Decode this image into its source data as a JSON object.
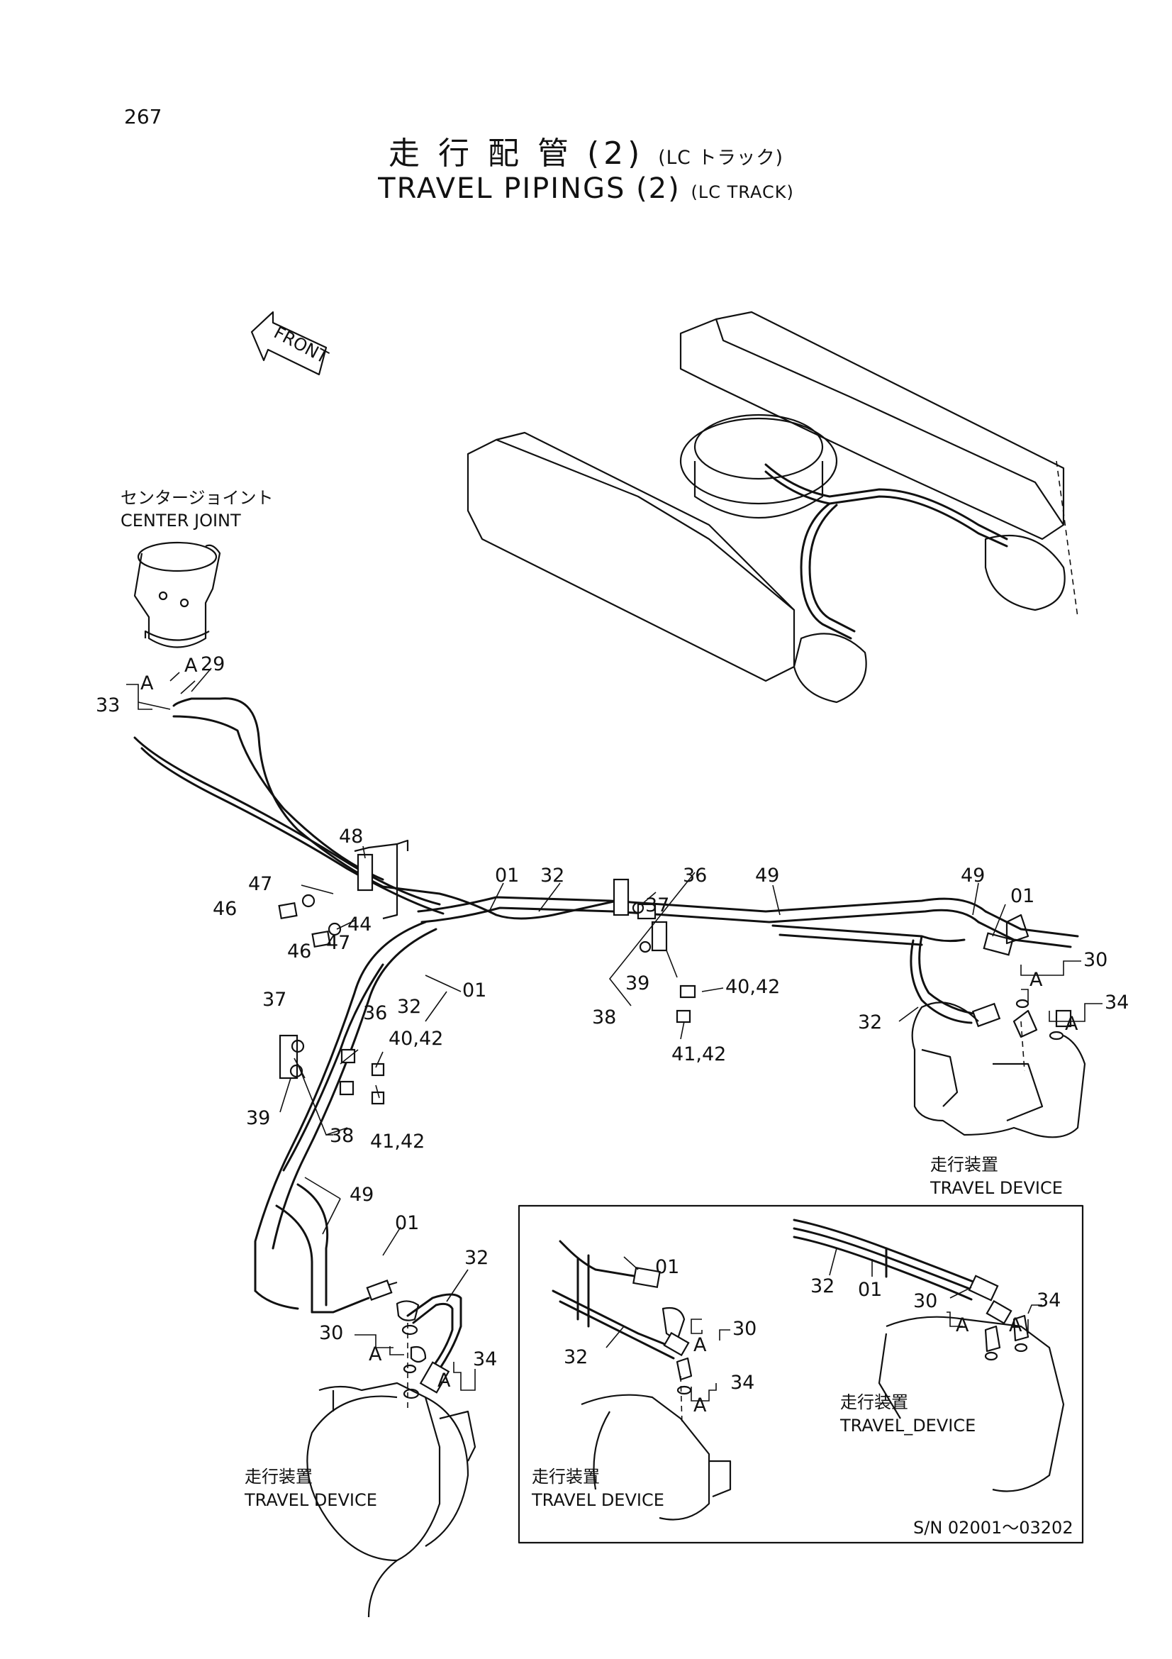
{
  "page_number": "267",
  "title": {
    "jp_main": "走 行 配 管 (2)",
    "jp_sub": "(LC トラック)",
    "en_main": "TRAVEL PIPINGS (2)",
    "en_sub": "(LC TRACK)"
  },
  "front_label": "FRONT",
  "center_joint": {
    "jp": "センタージョイント",
    "en": "CENTER JOINT"
  },
  "travel_device": {
    "jp": "走行装置",
    "en": "TRAVEL DEVICE"
  },
  "travel_device_alt_en": "TRAVEL_DEVICE",
  "serial_range": "S/N  02001～03202",
  "callouts": {
    "c01": "01",
    "c29": "29",
    "c30": "30",
    "c32": "32",
    "c33": "33",
    "c34": "34",
    "c36": "36",
    "c37": "37",
    "c38": "38",
    "c39": "39",
    "c40_42": "40,42",
    "c41_42": "41,42",
    "c44": "44",
    "c46": "46",
    "c47": "47",
    "c48": "48",
    "c49": "49",
    "A": "A"
  }
}
